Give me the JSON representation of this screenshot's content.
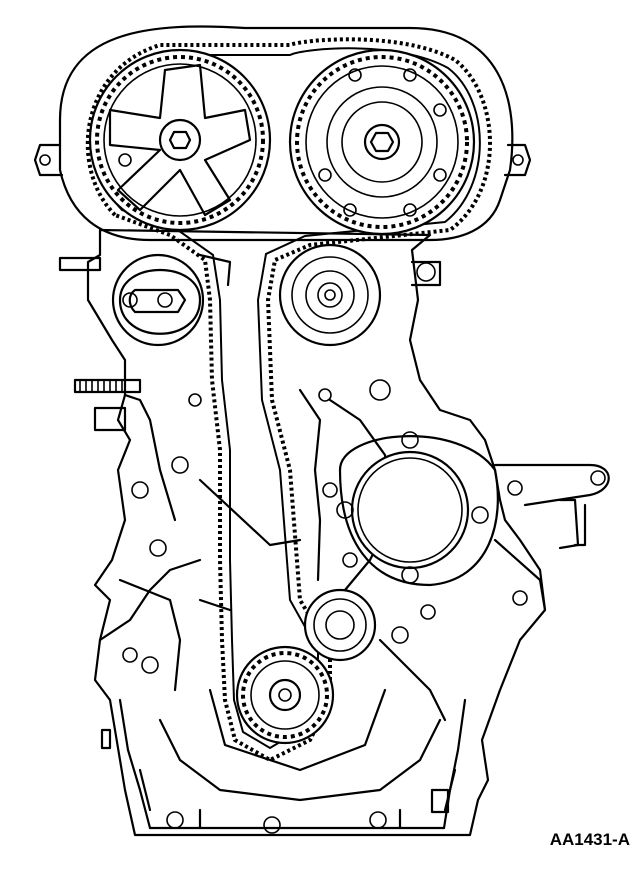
{
  "figure": {
    "reference_code": "AA1431-A"
  },
  "components": [
    {
      "id": "camshaft-sprocket-left",
      "icon": "timing-sprocket-icon"
    },
    {
      "id": "camshaft-sprocket-right",
      "icon": "timing-sprocket-icon"
    },
    {
      "id": "tensioner-pulley",
      "icon": "pulley-icon"
    },
    {
      "id": "idler-pulley-upper",
      "icon": "pulley-icon"
    },
    {
      "id": "idler-pulley-lower",
      "icon": "pulley-icon"
    },
    {
      "id": "crankshaft-sprocket",
      "icon": "timing-sprocket-icon"
    },
    {
      "id": "timing-belt",
      "icon": "belt-icon"
    },
    {
      "id": "water-pump-housing",
      "icon": "housing-icon"
    }
  ]
}
